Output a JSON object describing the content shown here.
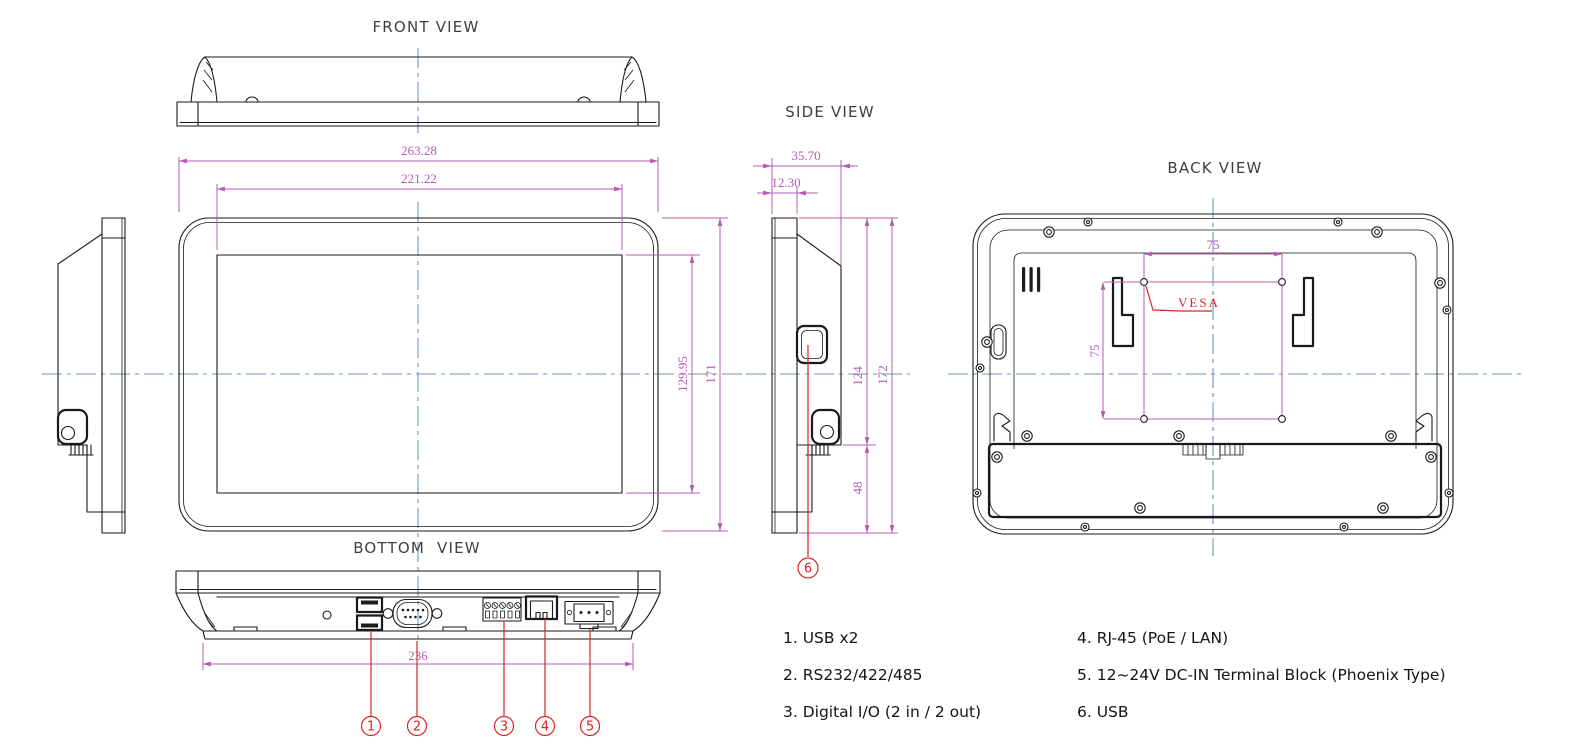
{
  "titles": {
    "front": "FRONT VIEW",
    "side": "SIDE VIEW",
    "back": "BACK VIEW",
    "bottom": "BOTTOM  VIEW"
  },
  "dimensions": {
    "front_outer_width": "263.28",
    "front_screen_width": "221.22",
    "front_screen_height": "129.95",
    "front_outer_height": "171",
    "side_depth_total": "35.70",
    "side_depth_front": "12.30",
    "side_height_upper": "124",
    "side_height_lower": "48",
    "side_height_total": "172",
    "vesa_width": "75",
    "vesa_height": "75",
    "bottom_width": "236"
  },
  "labels": {
    "vesa": "VESA"
  },
  "callouts": {
    "c1": "1",
    "c2": "2",
    "c3": "3",
    "c4": "4",
    "c5": "5",
    "c6": "6"
  },
  "legend": {
    "col1": [
      "1. USB x2",
      "2. RS232/422/485",
      "3. Digital I/O (2 in / 2 out)"
    ],
    "col2": [
      "4. RJ-45 (PoE / LAN)",
      "5. 12~24V DC-IN Terminal Block (Phoenix Type)",
      "6. USB"
    ]
  },
  "colors": {
    "line": "#1a1a1a",
    "dimension": "#b35cb3",
    "centerline": "#6e93c4",
    "accent_red": "#d92525"
  }
}
